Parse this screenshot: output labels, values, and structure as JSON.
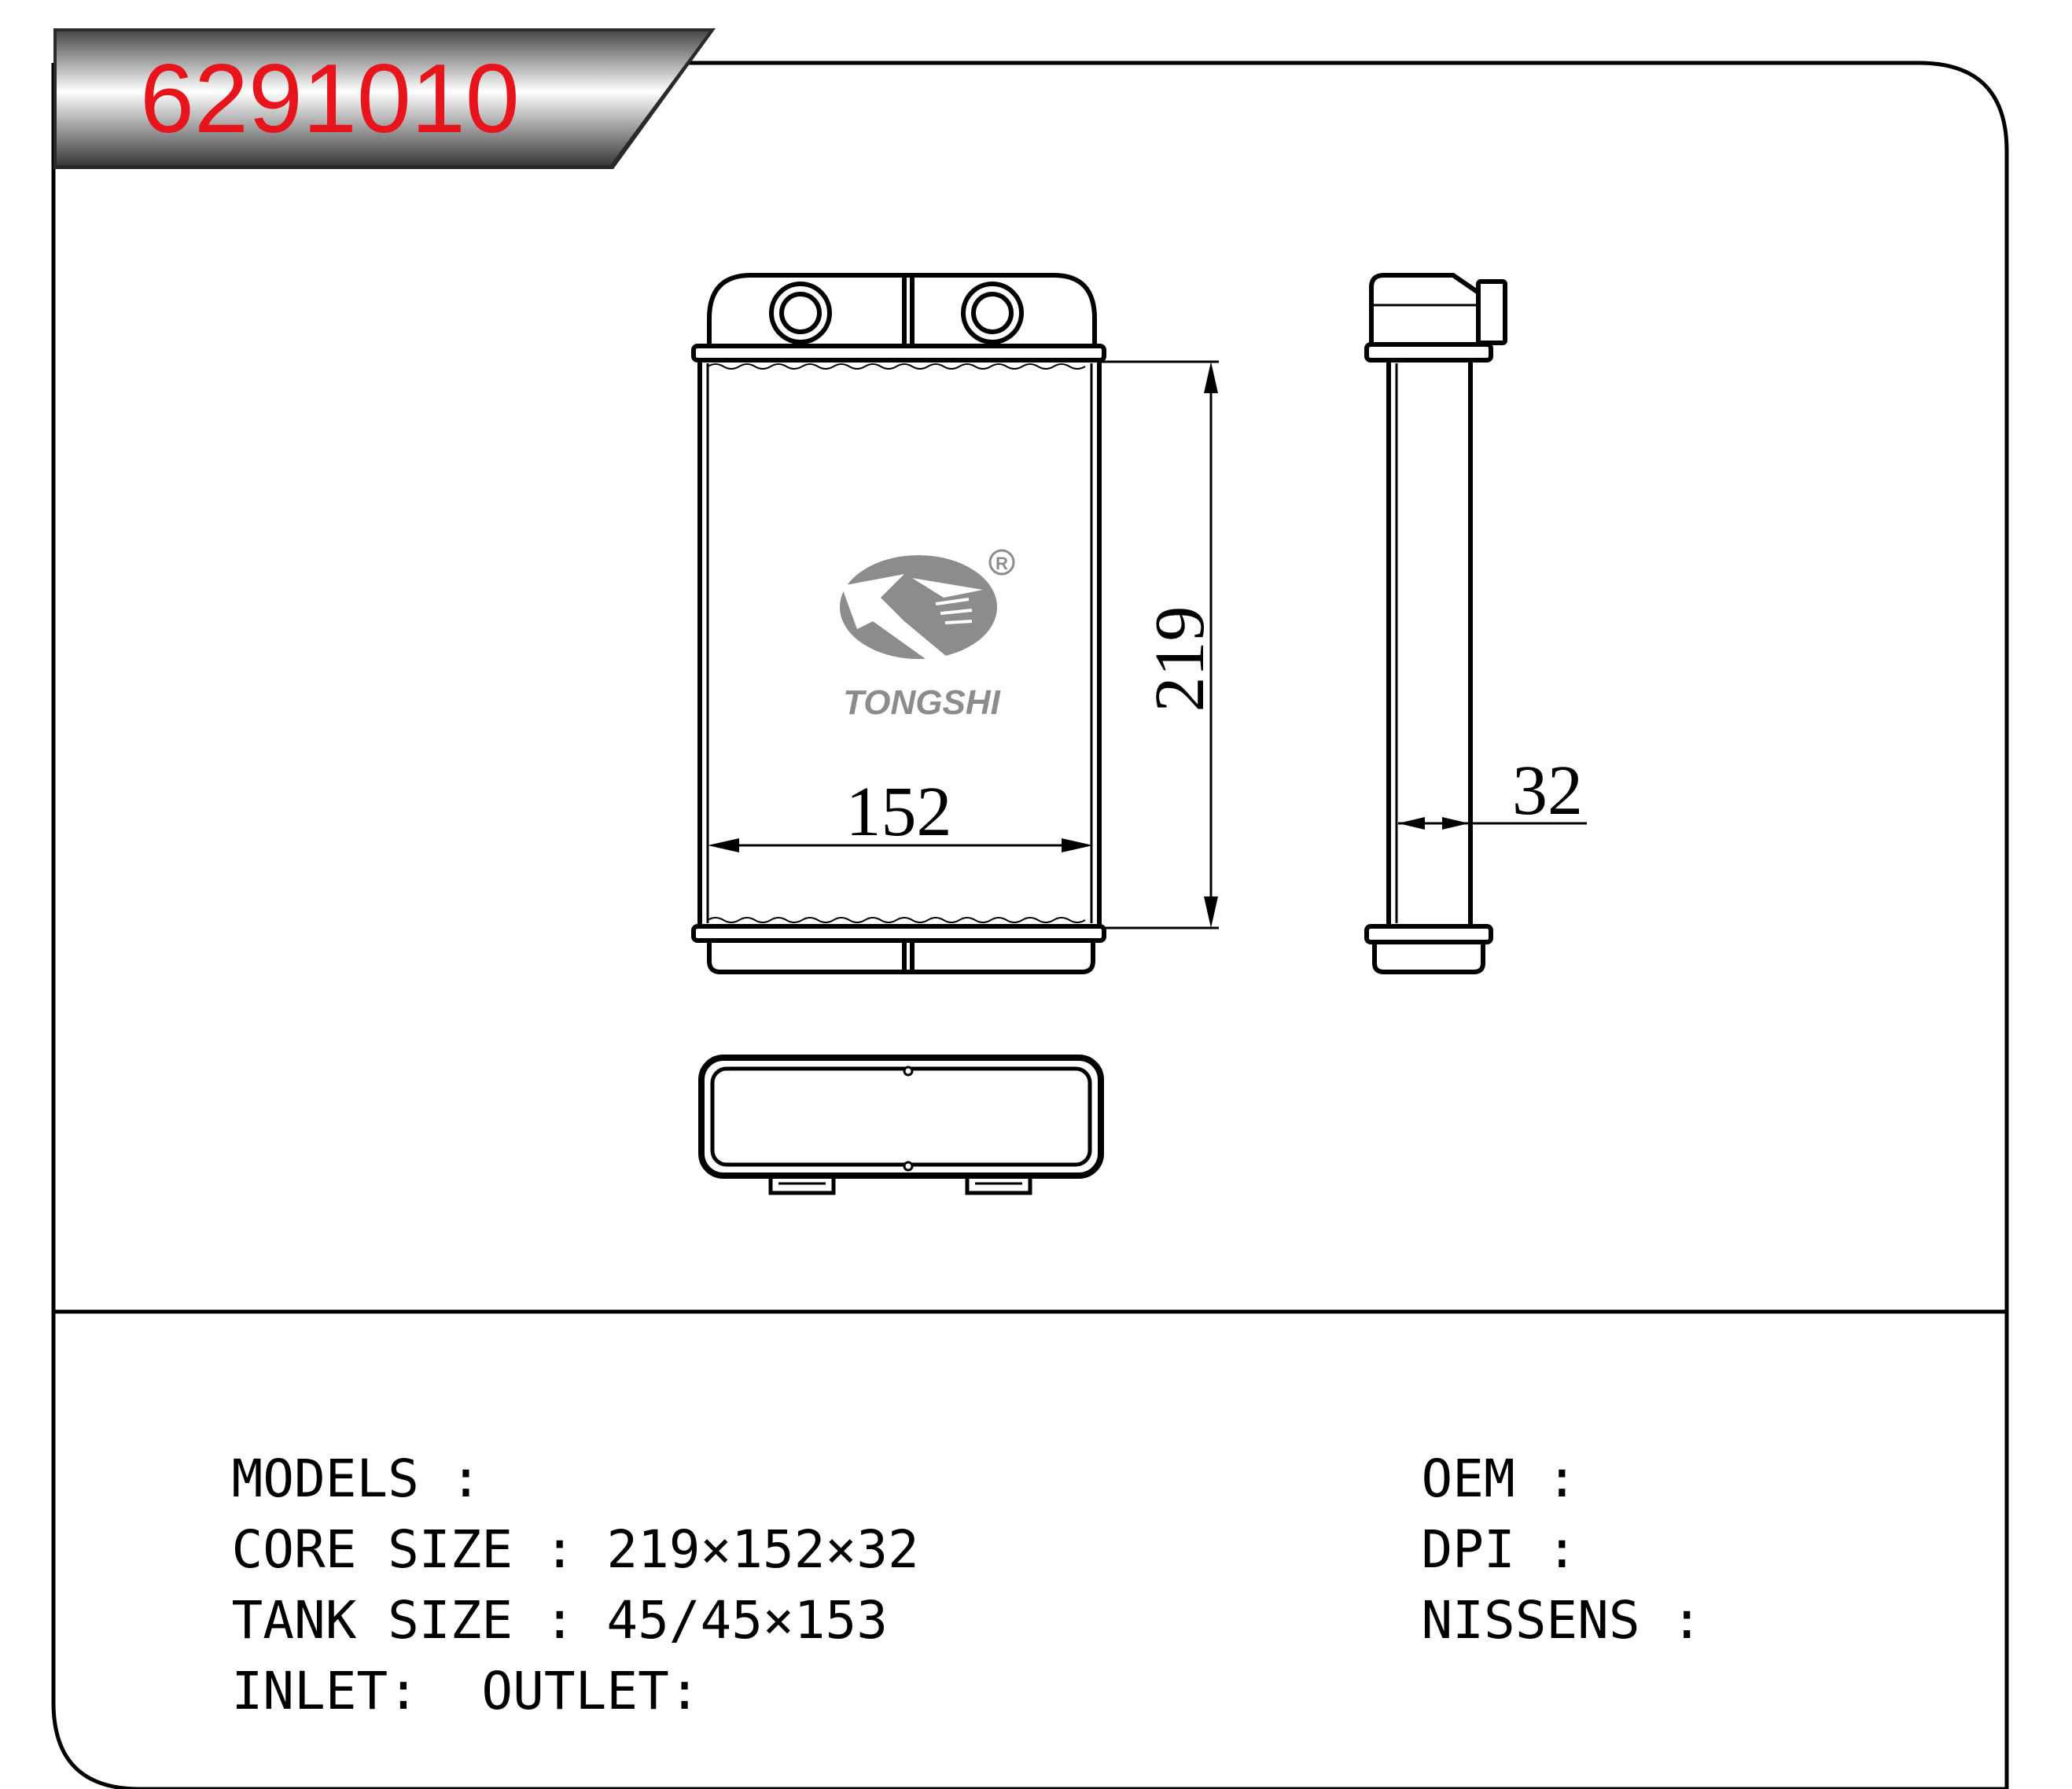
{
  "header": {
    "part_number": "6291010",
    "part_number_color": "#e8141b"
  },
  "drawing": {
    "logo": {
      "brand": "TONGSHI",
      "registered_mark": "R",
      "logo_color": "#8c8c8c"
    },
    "dimensions": {
      "height": "219",
      "width": "152",
      "depth": "32"
    }
  },
  "specs": {
    "left": [
      {
        "label": "MODELS",
        "sep": " :",
        "value": ""
      },
      {
        "label": "CORE SIZE",
        "sep": " : ",
        "value": "219×152×32"
      },
      {
        "label": "TANK SIZE",
        "sep": " : ",
        "value": "45/45×153"
      },
      {
        "label": "INLET:",
        "sep": "  ",
        "value": "OUTLET:"
      }
    ],
    "right": [
      {
        "label": "OEM",
        "sep": " :",
        "value": ""
      },
      {
        "label": "DPI",
        "sep": " :",
        "value": ""
      },
      {
        "label": "NISSENS",
        "sep": " :",
        "value": ""
      }
    ]
  }
}
